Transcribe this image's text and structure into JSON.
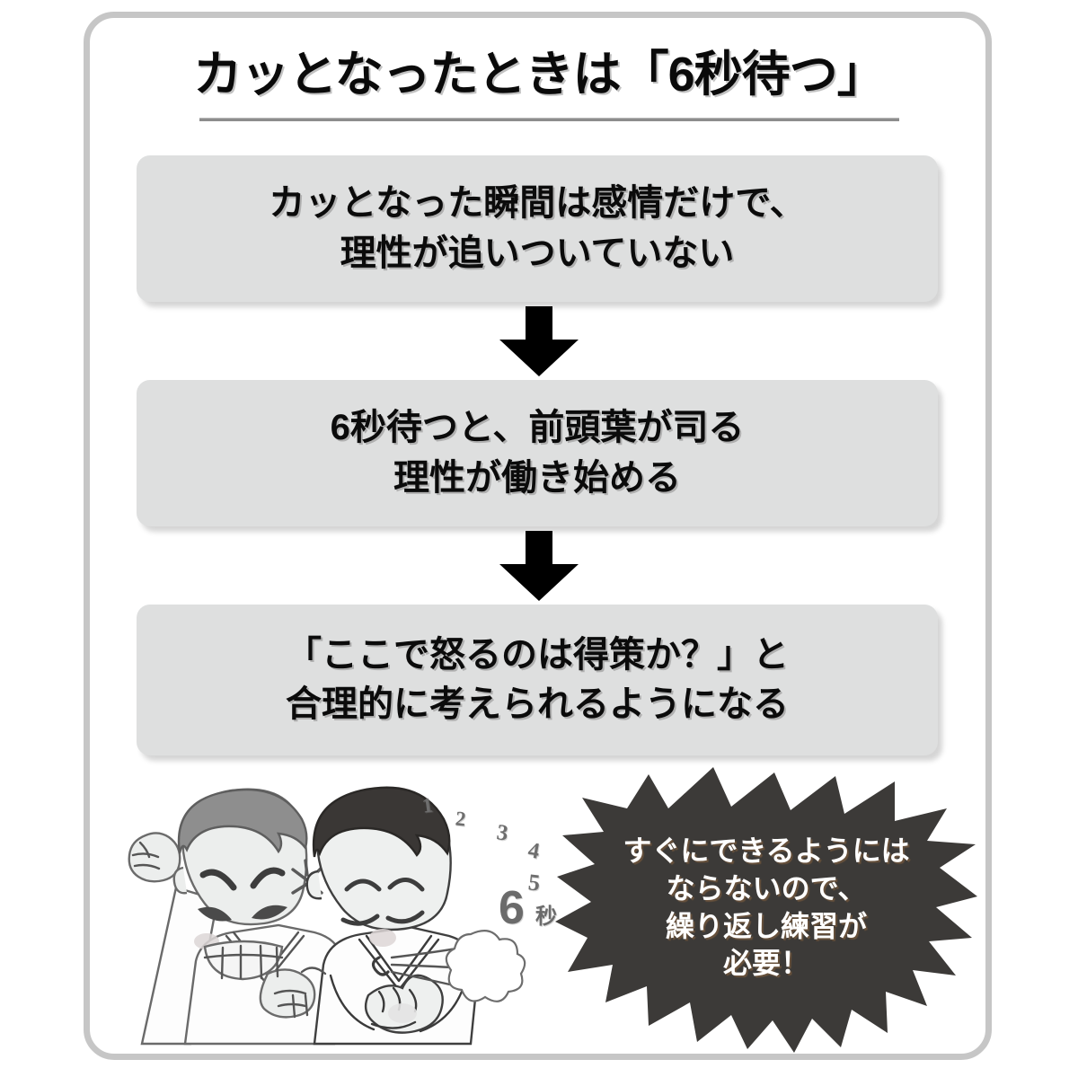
{
  "frame": {
    "border_color": "#c6c6c6",
    "background": "#ffffff"
  },
  "title": {
    "text": "カッとなったときは「6秒待つ」",
    "underline_color": "#8d8d8d"
  },
  "steps": [
    {
      "id": "step-1",
      "lines": [
        "カッとなった瞬間は感情だけで、",
        "理性が追いついていない"
      ],
      "background": "#dedfdf"
    },
    {
      "id": "step-2",
      "lines": [
        "6秒待つと、前頭葉が司る",
        "理性が働き始める"
      ],
      "background": "#dedfdf"
    },
    {
      "id": "step-3",
      "lines": [
        "「ここで怒るのは得策か？」と",
        "合理的に考えられるようになる"
      ],
      "background": "#dedfdf"
    }
  ],
  "arrows": [
    {
      "id": "arrow-1",
      "direction": "down",
      "color": "#000000"
    },
    {
      "id": "arrow-2",
      "direction": "down",
      "color": "#000000"
    }
  ],
  "illustration": {
    "description": "angry-man-and-calm-man",
    "characters": [
      {
        "name": "angry-man",
        "expression": "angry",
        "pose": "raised-fist"
      },
      {
        "name": "calm-man",
        "expression": "calm-eyes-closed",
        "pose": "hands-clasped-exhaling"
      }
    ],
    "counting": {
      "numbers": [
        "1",
        "2",
        "3",
        "4",
        "5",
        "6"
      ],
      "unit": "秒"
    }
  },
  "callout": {
    "shape": "starburst",
    "background": "#3c3a38",
    "text_color": "#ffffff",
    "lines": [
      "すぐにできるようには",
      "ならないので、",
      "繰り返し練習が",
      "必要！"
    ]
  }
}
